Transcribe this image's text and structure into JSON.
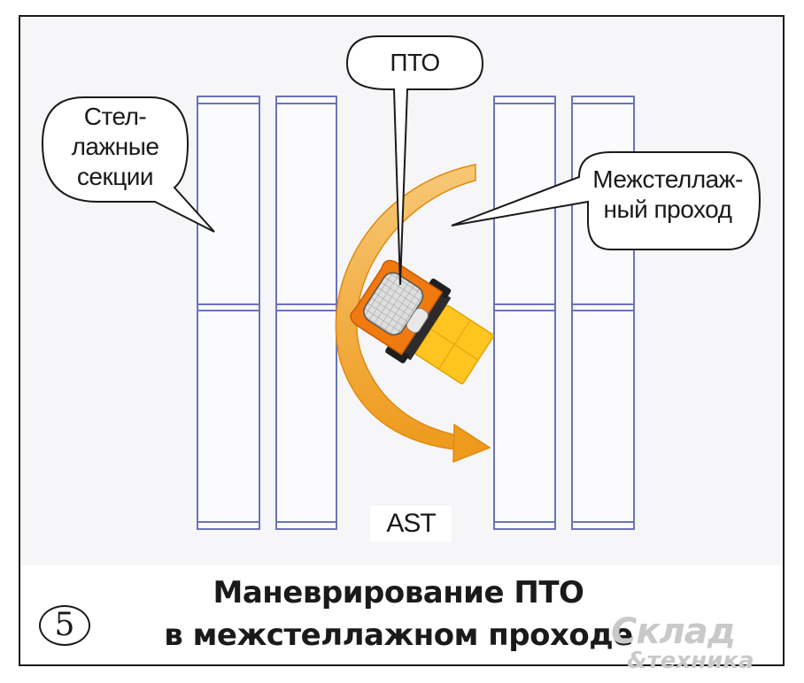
{
  "labels": {
    "forklift": "ПТО",
    "rack_sections_line1": "Стел-",
    "rack_sections_line2": "лажные",
    "rack_sections_line3": "секции",
    "aisle_line1": "Межстеллаж-",
    "aisle_line2": "ный проход",
    "aisle_code": "AST"
  },
  "caption": {
    "line1": "Маневрирование ПТО",
    "line2": "в межстеллажном проходе"
  },
  "figure_number": "5",
  "logo": {
    "line1": "Склад",
    "line2": "&техника"
  },
  "colors": {
    "rack_outline": "#6a73b8",
    "arrow": "#f0a43a",
    "forklift_body": "#f07a10",
    "load": "#ffc420",
    "frame": "#1a1a1a",
    "logo": "#c9c9c9"
  },
  "icons": {
    "turn_arrow": "curved-arrow-icon",
    "forklift": "forklift-icon"
  }
}
